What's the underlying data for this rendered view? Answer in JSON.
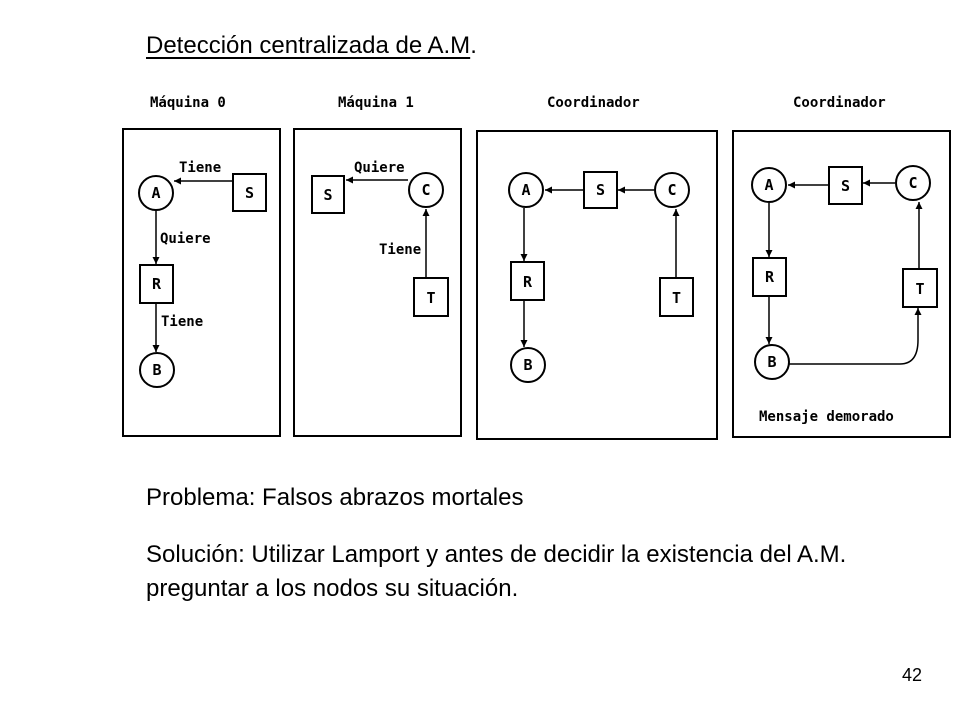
{
  "title": "Detección centralizada de A.M",
  "title_suffix": ".",
  "panels": [
    {
      "title": "Máquina 0",
      "nodes": [
        "A",
        "S",
        "R",
        "B"
      ],
      "edges": [
        {
          "label": "Tiene"
        },
        {
          "label": "Quiere"
        },
        {
          "label": "Tiene"
        }
      ]
    },
    {
      "title": "Máquina 1",
      "nodes": [
        "S",
        "C",
        "T"
      ],
      "edges": [
        {
          "label": "Quiere"
        },
        {
          "label": "Tiene"
        }
      ]
    },
    {
      "title": "Coordinador",
      "nodes": [
        "A",
        "S",
        "C",
        "R",
        "T",
        "B"
      ]
    },
    {
      "title": "Coordinador",
      "nodes": [
        "A",
        "S",
        "C",
        "R",
        "T",
        "B"
      ],
      "note": "Mensaje demorado"
    }
  ],
  "problem": "Problema: Falsos abrazos mortales",
  "solution": "Solución: Utilizar Lamport y antes de decidir la existencia del A.M. preguntar a los nodos su situación.",
  "page_number": "42"
}
